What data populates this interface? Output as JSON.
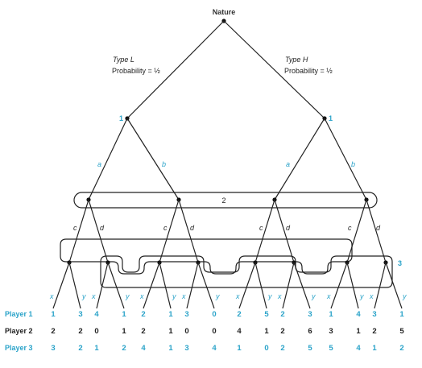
{
  "root_label": "Nature",
  "type_left": "Type L",
  "type_right": "Type H",
  "prob_left": "Probability = ½",
  "prob_right": "Probability = ½",
  "player1_node_label": "1",
  "player2_set_label": "2",
  "player3_set_label": "3",
  "p1_actions": [
    "a",
    "b"
  ],
  "p2_actions": [
    "c",
    "d"
  ],
  "p3_actions": [
    "x",
    "y"
  ],
  "row_labels": [
    "Player 1",
    "Player 2",
    "Player 3"
  ],
  "payoffs": {
    "player1": [
      "1",
      "3",
      "4",
      "1",
      "2",
      "1",
      "3",
      "0",
      "2",
      "5",
      "2",
      "3",
      "1",
      "4",
      "3",
      "1"
    ],
    "player2": [
      "2",
      "2",
      "0",
      "1",
      "2",
      "1",
      "0",
      "0",
      "4",
      "1",
      "2",
      "6",
      "3",
      "1",
      "2",
      "5"
    ],
    "player3": [
      "3",
      "2",
      "1",
      "2",
      "4",
      "1",
      "3",
      "4",
      "1",
      "0",
      "2",
      "5",
      "5",
      "4",
      "1",
      "2"
    ]
  },
  "colors": {
    "blue": "#2aa3c9",
    "black": "#222222"
  }
}
